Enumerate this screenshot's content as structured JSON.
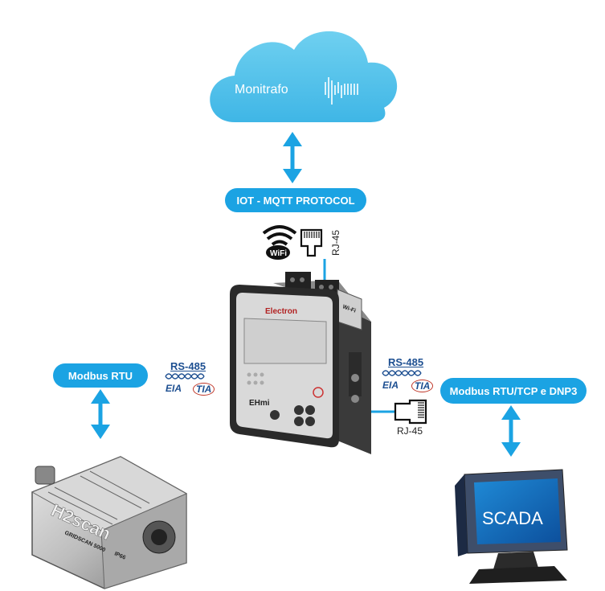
{
  "cloud": {
    "label": "Monitrafo"
  },
  "pills": {
    "iot": "IOT - MQTT PROTOCOL",
    "modbus_rtu": "Modbus RTU",
    "modbus_tcp": "Modbus RTU/TCP e DNP3"
  },
  "connectors": {
    "rj45_top": "RJ-45",
    "rj45_right": "RJ-45",
    "wifi": "WiFi",
    "rs485_left": "RS-485",
    "rs485_right": "RS-485",
    "eia_left": "EIA",
    "tia_left": "TIA",
    "eia_right": "EIA",
    "tia_right": "TIA"
  },
  "device": {
    "brand": "Electron",
    "model": "EHmi",
    "side_label": "Wi-Fi"
  },
  "sensor": {
    "brand": "H2scan",
    "model": "GRIDSCAN 5000",
    "rating": "IP66"
  },
  "scada": {
    "label": "SCADA"
  },
  "colors": {
    "accent": "#1ba3e3",
    "cloud": "#4fc3ea",
    "arrow": "#1ba3e3",
    "rs_blue": "#1d4f91"
  }
}
